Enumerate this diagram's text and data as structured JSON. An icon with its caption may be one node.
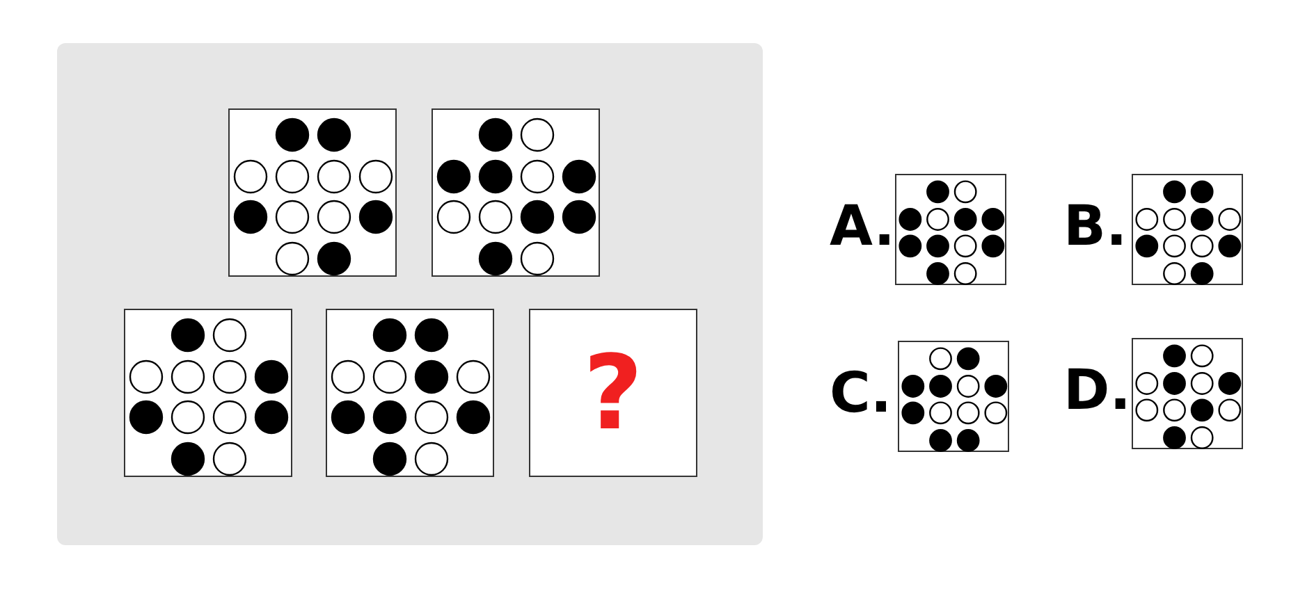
{
  "diagram": {
    "nodes": [
      {
        "text": [],
        "shape": "box"
      },
      {
        "text": [],
        "shape": "box",
        "in": 0
      },
      {
        "text": [],
        "shape": "box",
        "in": 0
      },
      {
        "text": [],
        "shape": "box",
        "in": 0
      },
      {
        "text": [],
        "shape": "box",
        "in": 0
      },
      {
        "text": [
          "?"
        ],
        "in": 0
      },
      {
        "text": [
          "A."
        ]
      },
      {
        "text": [
          "B."
        ]
      },
      {
        "text": [
          "C."
        ]
      },
      {
        "text": [
          "D."
        ]
      }
    ],
    "edges": []
  }
}
